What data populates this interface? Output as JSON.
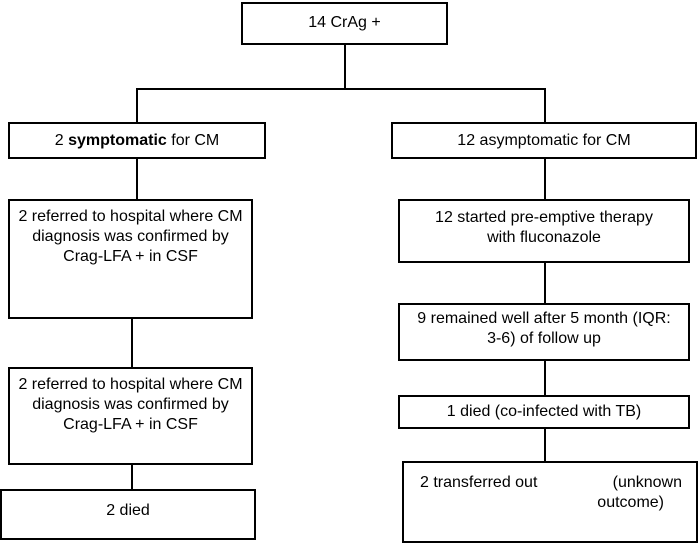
{
  "root": {
    "label": "14 CrAg +"
  },
  "left": {
    "header": {
      "count": "2",
      "bold": "symptomatic",
      "rest": "for CM"
    },
    "box1": "2 referred to hospital where CM diagnosis was confirmed by Crag-LFA + in CSF",
    "box2": "2 referred to hospital where CM diagnosis was confirmed by Crag-LFA + in CSF",
    "box3": "2 died"
  },
  "right": {
    "header": "12 asymptomatic for CM",
    "box1": "12 started pre-emptive therapy with fluconazole",
    "box2": "9 remained well after 5 month (IQR: 3-6) of follow up",
    "box3": "1 died (co-infected with TB)",
    "box4": {
      "left": "2 transferred out",
      "right": "(unknown",
      "line2": "outcome)"
    }
  }
}
